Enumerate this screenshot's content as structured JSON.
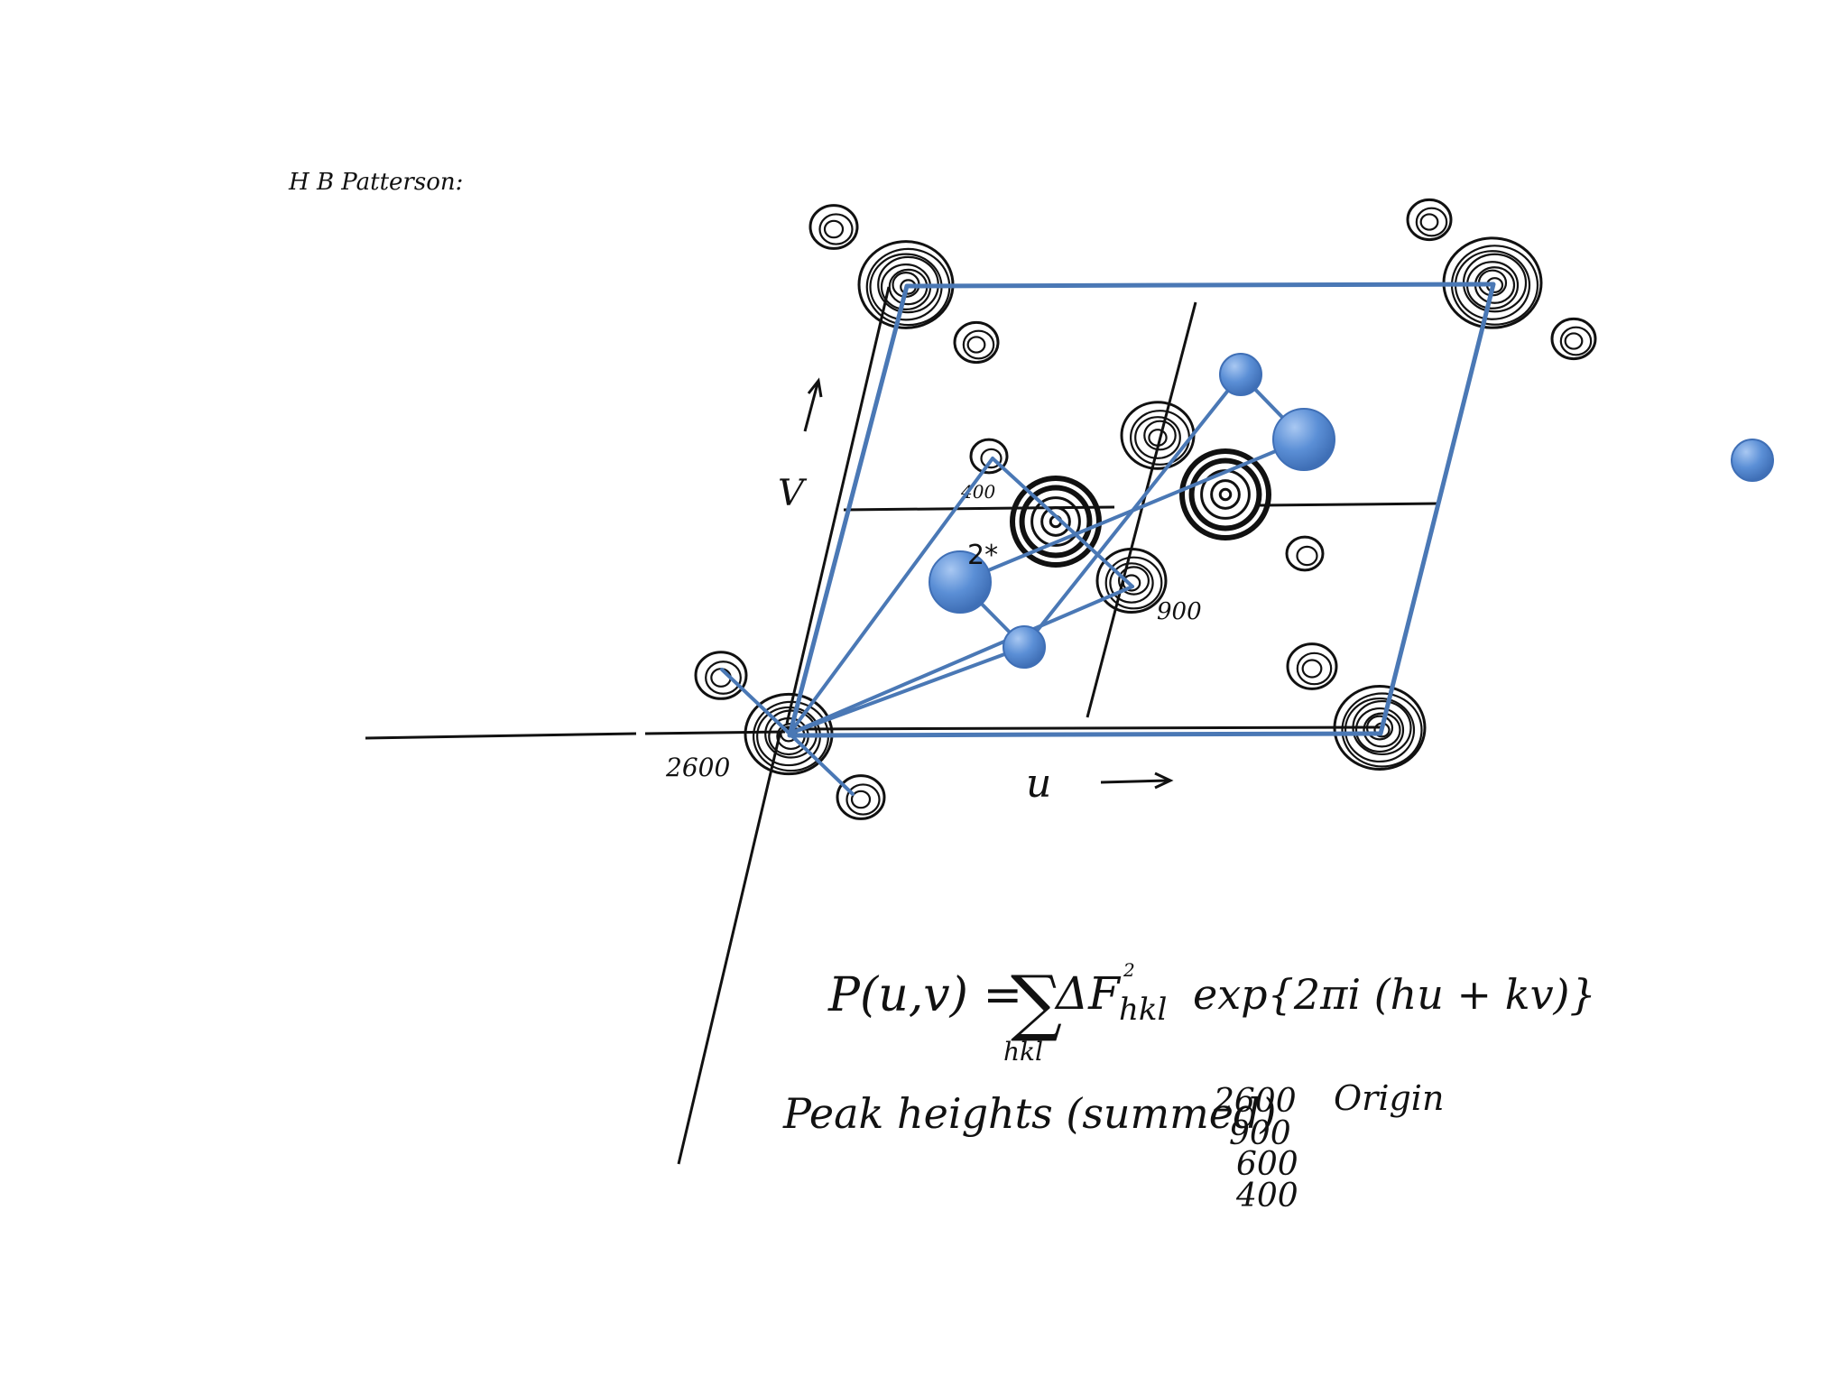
{
  "title": "H B Patterson:",
  "axes": {
    "u_label": "u",
    "v_label": "V"
  },
  "peak_labels": {
    "origin_value": "2600",
    "peak_900": "900",
    "peak_400": "400",
    "annotation": "2*"
  },
  "formula": {
    "lhs": "P(u,v) =",
    "sum_symbol": "∑",
    "sum_index": "hkl",
    "term": "ΔF",
    "term_sub": "hkl",
    "term_sup": "2",
    "exponent": "exp{2πi (hu + kv)}"
  },
  "legend": {
    "heading": "Peak heights (summed)",
    "values": [
      "2600",
      "900",
      "600",
      "400"
    ],
    "origin_note": "Origin"
  },
  "colors": {
    "cell_line": "#4a78b5",
    "atom_fill": "#5b8fd6",
    "contour": "#111111"
  }
}
